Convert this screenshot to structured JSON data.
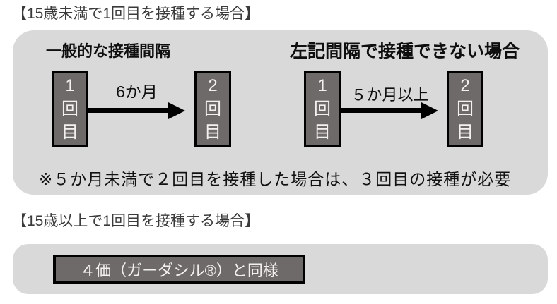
{
  "colors": {
    "page_bg": "#ffffff",
    "panel_bg": "#d9d9d9",
    "dose_box_bg": "#6e6a6a",
    "dose_box_border": "#000000",
    "dose_box_text": "#f3f0f0",
    "arrow": "#000000",
    "heading_text": "#3a3a3a",
    "body_text": "#111111"
  },
  "section_under15": {
    "heading": "【15歳未満で1回目を接種する場合】",
    "standard": {
      "title": "一般的な接種間隔",
      "dose1_label": "1回目",
      "interval_label": "6か月",
      "dose2_label": "2回目"
    },
    "alternative": {
      "title": "左記間隔で接種できない場合",
      "dose1_label": "1回目",
      "interval_label": "５か月以上",
      "dose2_label": "2回目"
    },
    "note": "※５か月未満で２回目を接種した場合は、３回目の接種が必要"
  },
  "section_over15": {
    "heading": "【15歳以上で1回目を接種する場合】",
    "equivalence_label": "４価（ガーダシル®）と同様"
  }
}
